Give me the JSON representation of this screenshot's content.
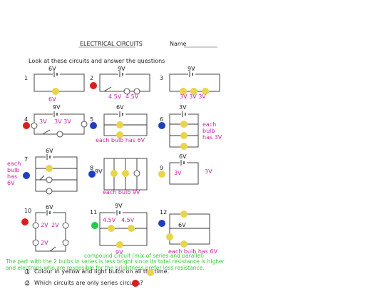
{
  "header": {
    "title": "ELECTRICAL CIRCUITS",
    "name_label": "Name",
    "instruction": "Look at these circuits and answer the questions"
  },
  "circuits": [
    {
      "num": "1",
      "voltage": "6V",
      "answer": "6V"
    },
    {
      "num": "2",
      "voltage": "9V",
      "answer_left": "4.5V",
      "answer_right": "4.5V"
    },
    {
      "num": "3",
      "voltage": "9V",
      "answer": "3V  3V  3V"
    },
    {
      "num": "4",
      "voltage": "9V",
      "answer_left": "3V",
      "answer_right": "3V  3V"
    },
    {
      "num": "5",
      "voltage": "6V",
      "answer": "each bulb has 6V"
    },
    {
      "num": "6",
      "voltage": "3V",
      "answer_lines": [
        "each",
        "bulb",
        "has 3V"
      ]
    },
    {
      "num": "7",
      "voltage": "6V",
      "answer_lines": [
        "each",
        "bulb",
        "has",
        "6V"
      ]
    },
    {
      "num": "8",
      "voltage": "9V",
      "answer": "each bulb 9V"
    },
    {
      "num": "9",
      "voltage": "6V",
      "answer_left": "3V",
      "answer_right": "3V"
    },
    {
      "num": "10",
      "voltage": "6V",
      "answer_a": "2V",
      "answer_b": "2V",
      "answer_c": "2V"
    },
    {
      "num": "11",
      "voltage": "9V",
      "answer_left": "4.5V",
      "answer_right": "4.5V",
      "answer_bottom": "9V"
    },
    {
      "num": "12",
      "voltage": "6V",
      "answer": "each bulb has 6V"
    }
  ],
  "notes": {
    "compound": "compound circuit (mix of series and parallel)",
    "explanation": "The part with the 2 bulbs in series is less bright since its total resistance is higher and electrons who are resposible for the brightness prefer less resistance."
  },
  "questions": [
    {
      "num": "1",
      "text": "Colour in yellow and light bulbs on all the time."
    },
    {
      "num": "2",
      "text": "Which circuits are only series circuits?"
    }
  ],
  "colors": {
    "yellow": "#e8d44d",
    "red": "#d81e1e",
    "blue": "#1f3fbf",
    "green": "#22cc44",
    "answer_text": "#cc22aa",
    "note_text": "#33cc33"
  }
}
